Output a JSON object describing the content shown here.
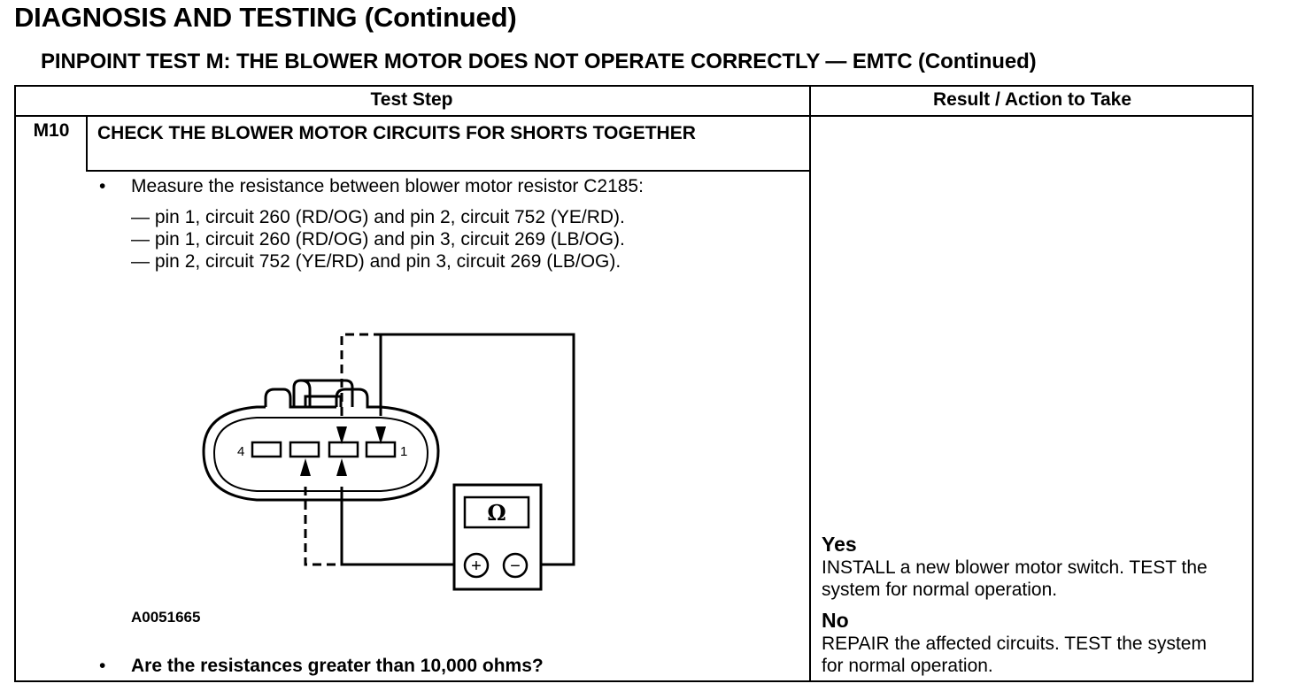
{
  "header": {
    "title": "DIAGNOSIS AND TESTING (Continued)",
    "subtitle": "PINPOINT TEST  M: THE BLOWER MOTOR DOES NOT OPERATE CORRECTLY — EMTC (Continued)"
  },
  "table": {
    "col_test_step": "Test Step",
    "col_result": "Result / Action to Take"
  },
  "step": {
    "id": "M10",
    "title": "CHECK THE BLOWER MOTOR CIRCUITS FOR SHORTS TOGETHER",
    "instruction": "Measure the resistance between blower motor resistor C2185:",
    "measurements": [
      "— pin 1, circuit 260 (RD/OG) and pin 2, circuit 752 (YE/RD).",
      "— pin 1, circuit 260 (RD/OG) and pin 3, circuit 269 (LB/OG).",
      "— pin 2, circuit 752 (YE/RD) and pin 3, circuit 269 (LB/OG)."
    ],
    "question": "Are the resistances greater than 10,000 ohms?",
    "bullet": "•"
  },
  "figure": {
    "id": "A0051665",
    "pin_left": "4",
    "pin_right": "1",
    "meter_symbol": "Ω",
    "plus": "+",
    "minus": "−"
  },
  "results": {
    "yes_label": "Yes",
    "yes_text": "INSTALL a new blower motor switch. TEST the system for normal operation.",
    "no_label": "No",
    "no_text": "REPAIR the affected circuits. TEST the system for normal operation."
  }
}
